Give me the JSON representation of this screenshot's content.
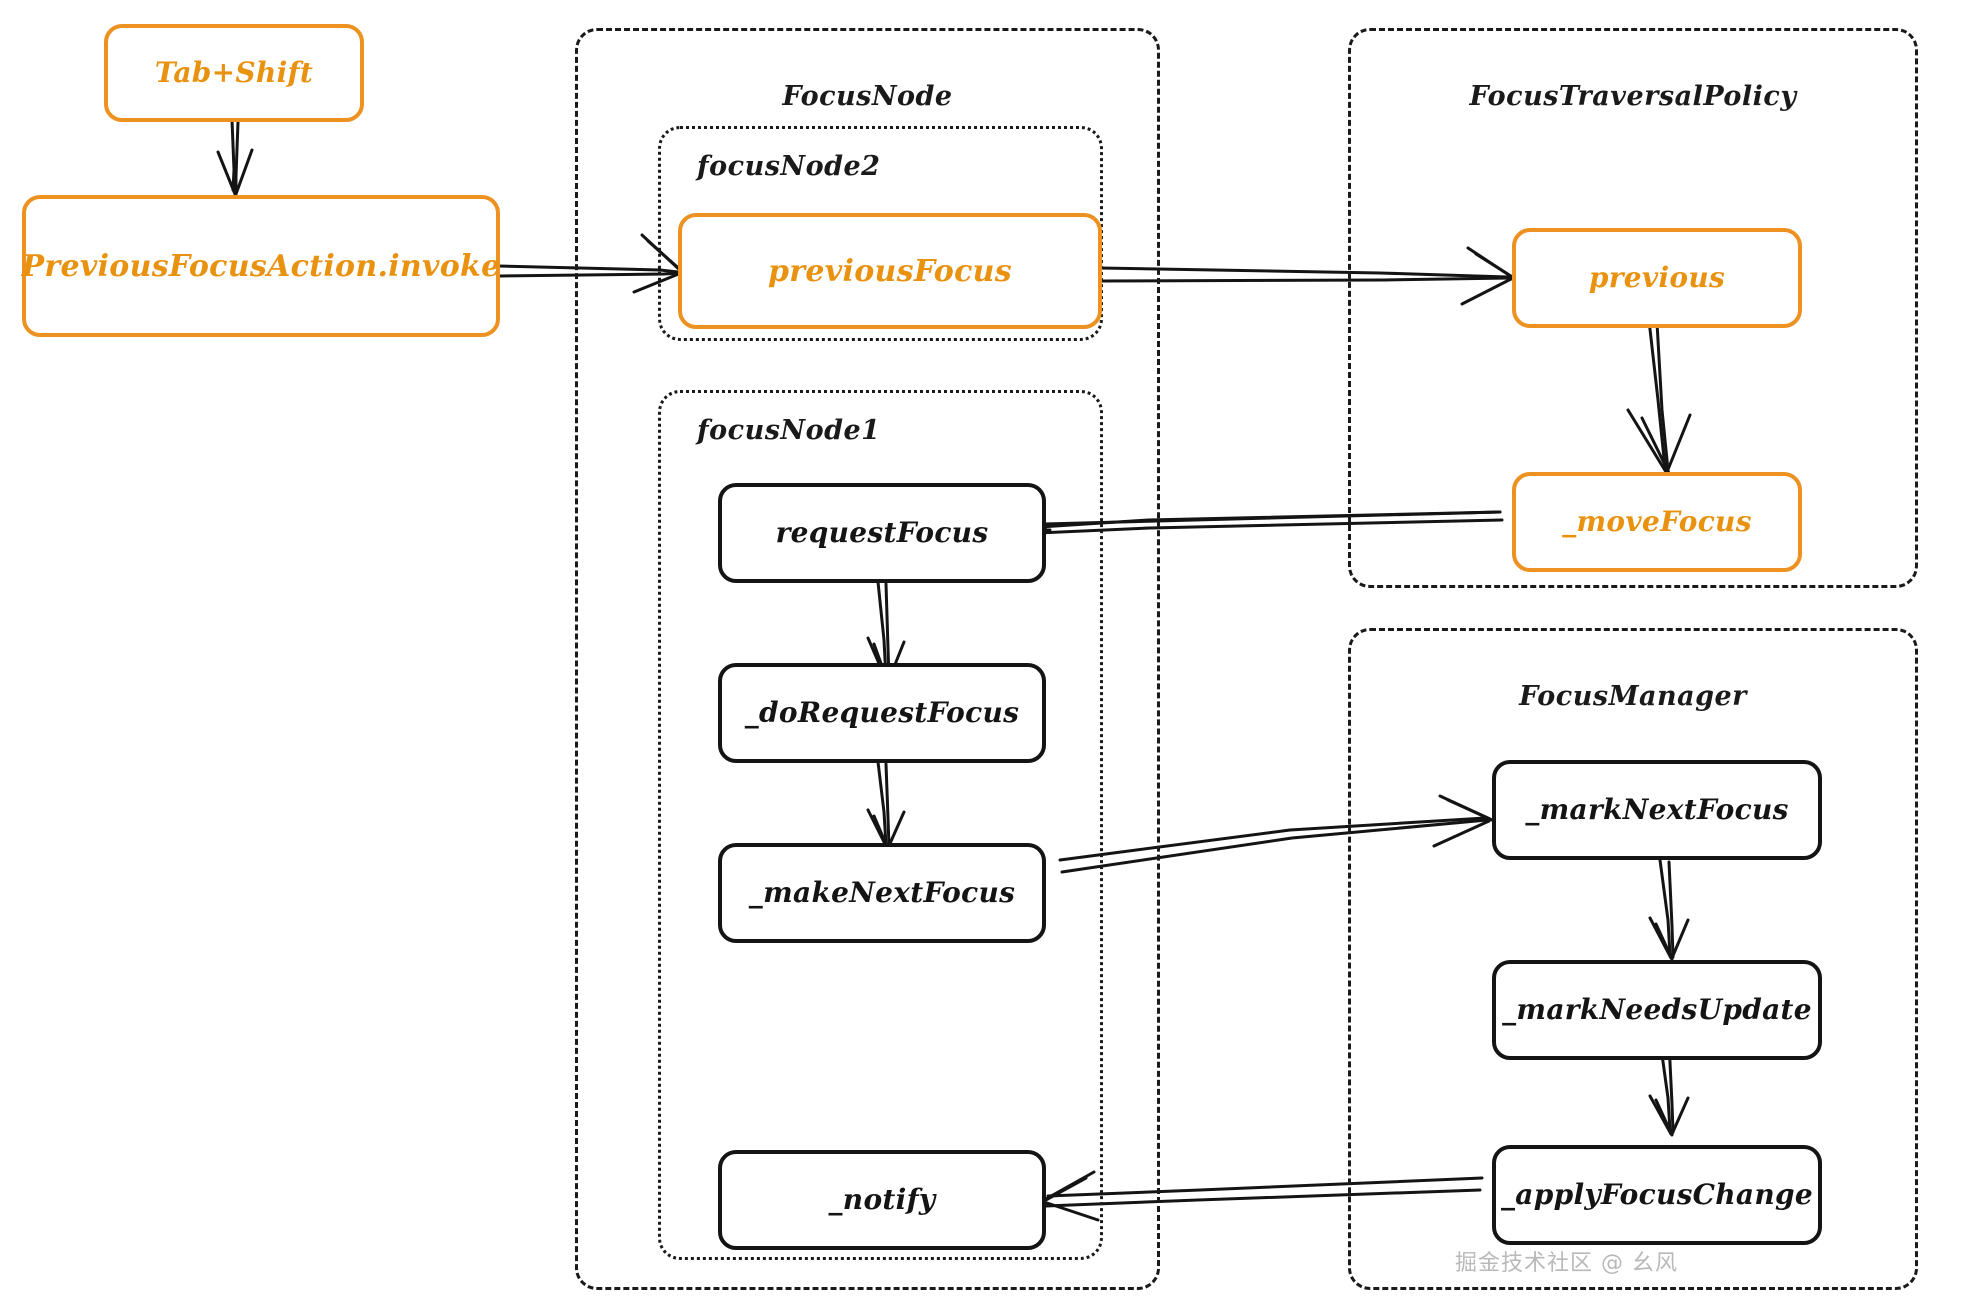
{
  "diagram": {
    "title_text_color": "#1a1a1a",
    "accent_color": "#ED9121",
    "dark_color": "#141414",
    "groups": [
      {
        "id": "focusnode",
        "label": "FocusNode"
      },
      {
        "id": "focusnode2",
        "label": "focusNode2"
      },
      {
        "id": "focusnode1",
        "label": "focusNode1"
      },
      {
        "id": "focustraversalpolicy",
        "label": "FocusTraversalPolicy"
      },
      {
        "id": "focusmanager",
        "label": "FocusManager"
      }
    ],
    "nodes": [
      {
        "id": "tab_shift",
        "label": "Tab+Shift",
        "style": "orange"
      },
      {
        "id": "previousfocusaction",
        "label": "PreviousFocusAction.invoke",
        "style": "orange"
      },
      {
        "id": "previousfocus",
        "label": "previousFocus",
        "style": "orange"
      },
      {
        "id": "requestfocus",
        "label": "requestFocus",
        "style": "dark"
      },
      {
        "id": "dorequestfocus",
        "label": "_doRequestFocus",
        "style": "dark"
      },
      {
        "id": "makenextfocus",
        "label": "_makeNextFocus",
        "style": "dark"
      },
      {
        "id": "notify",
        "label": "_notify",
        "style": "dark"
      },
      {
        "id": "previous",
        "label": "previous",
        "style": "orange"
      },
      {
        "id": "movefocus",
        "label": "_moveFocus",
        "style": "orange"
      },
      {
        "id": "marknextfocus",
        "label": "_markNextFocus",
        "style": "dark"
      },
      {
        "id": "markneedsupdate",
        "label": "_markNeedsUpdate",
        "style": "dark"
      },
      {
        "id": "applyfocuschange",
        "label": "_applyFocusChange",
        "style": "dark"
      }
    ],
    "edges": [
      {
        "from": "tab_shift",
        "to": "previousfocusaction"
      },
      {
        "from": "previousfocusaction",
        "to": "previousfocus"
      },
      {
        "from": "previousfocus",
        "to": "previous"
      },
      {
        "from": "previous",
        "to": "movefocus"
      },
      {
        "from": "movefocus",
        "to": "requestfocus"
      },
      {
        "from": "requestfocus",
        "to": "dorequestfocus"
      },
      {
        "from": "dorequestfocus",
        "to": "makenextfocus"
      },
      {
        "from": "makenextfocus",
        "to": "marknextfocus"
      },
      {
        "from": "marknextfocus",
        "to": "markneedsupdate"
      },
      {
        "from": "markneedsupdate",
        "to": "applyfocuschange"
      },
      {
        "from": "applyfocuschange",
        "to": "notify"
      }
    ]
  },
  "watermark": {
    "text": "掘金技术社区 @ 幺风"
  }
}
